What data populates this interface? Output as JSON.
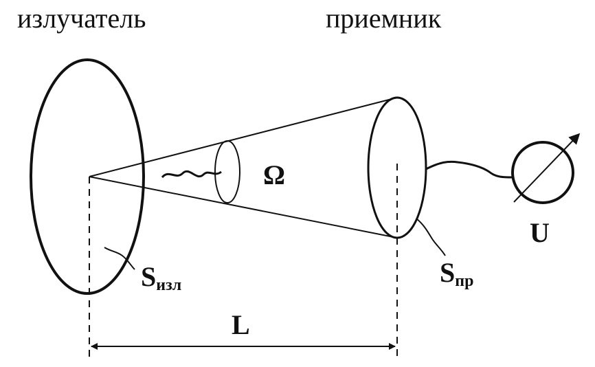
{
  "labels": {
    "emitter": "излучатель",
    "receiver": "приемник",
    "solid_angle": "Ω",
    "voltage": "U",
    "distance": "L",
    "emitter_area": {
      "main": "S",
      "sub": "изл"
    },
    "receiver_area": {
      "main": "S",
      "sub": "пр"
    }
  },
  "colors": {
    "ink": "#111111",
    "background": "#ffffff"
  }
}
